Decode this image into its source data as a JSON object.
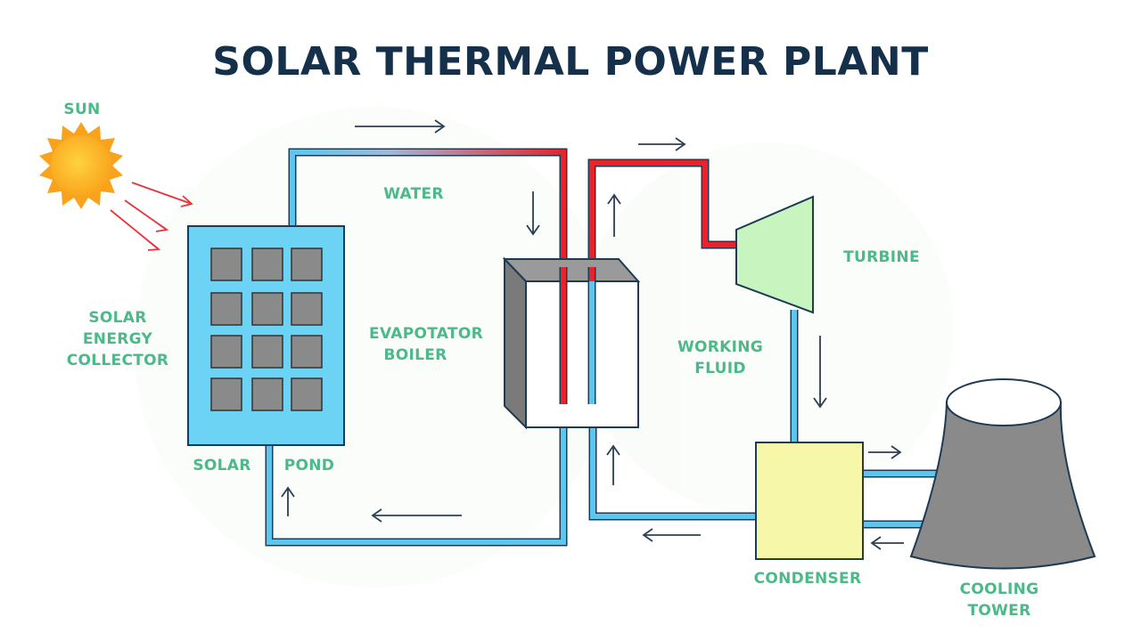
{
  "title": "SOLAR THERMAL POWER PLANT",
  "labels": {
    "sun": "SUN",
    "water": "WATER",
    "solar_energy_collector": [
      "SOLAR",
      "ENERGY",
      "COLLECTOR"
    ],
    "solar": "SOLAR",
    "pond": "POND",
    "evaporator_boiler": [
      "EVAPOTATOR",
      "BOILER"
    ],
    "turbine": "TURBINE",
    "working_fluid": [
      "WORKING",
      "FLUID"
    ],
    "condenser": "CONDENSER",
    "cooling_tower": [
      "COOLING",
      "TOWER"
    ]
  },
  "colors": {
    "title": "#14304a",
    "label": "#4cb989",
    "cold_pipe": "#5cc6ee",
    "hot_pipe": "#e8232b",
    "collector": "#6dd3f4",
    "grey_block": "#8a8a8a",
    "turbine": "#c8f4c0",
    "condenser": "#f6f7a8",
    "sun": "#f9a21b"
  }
}
